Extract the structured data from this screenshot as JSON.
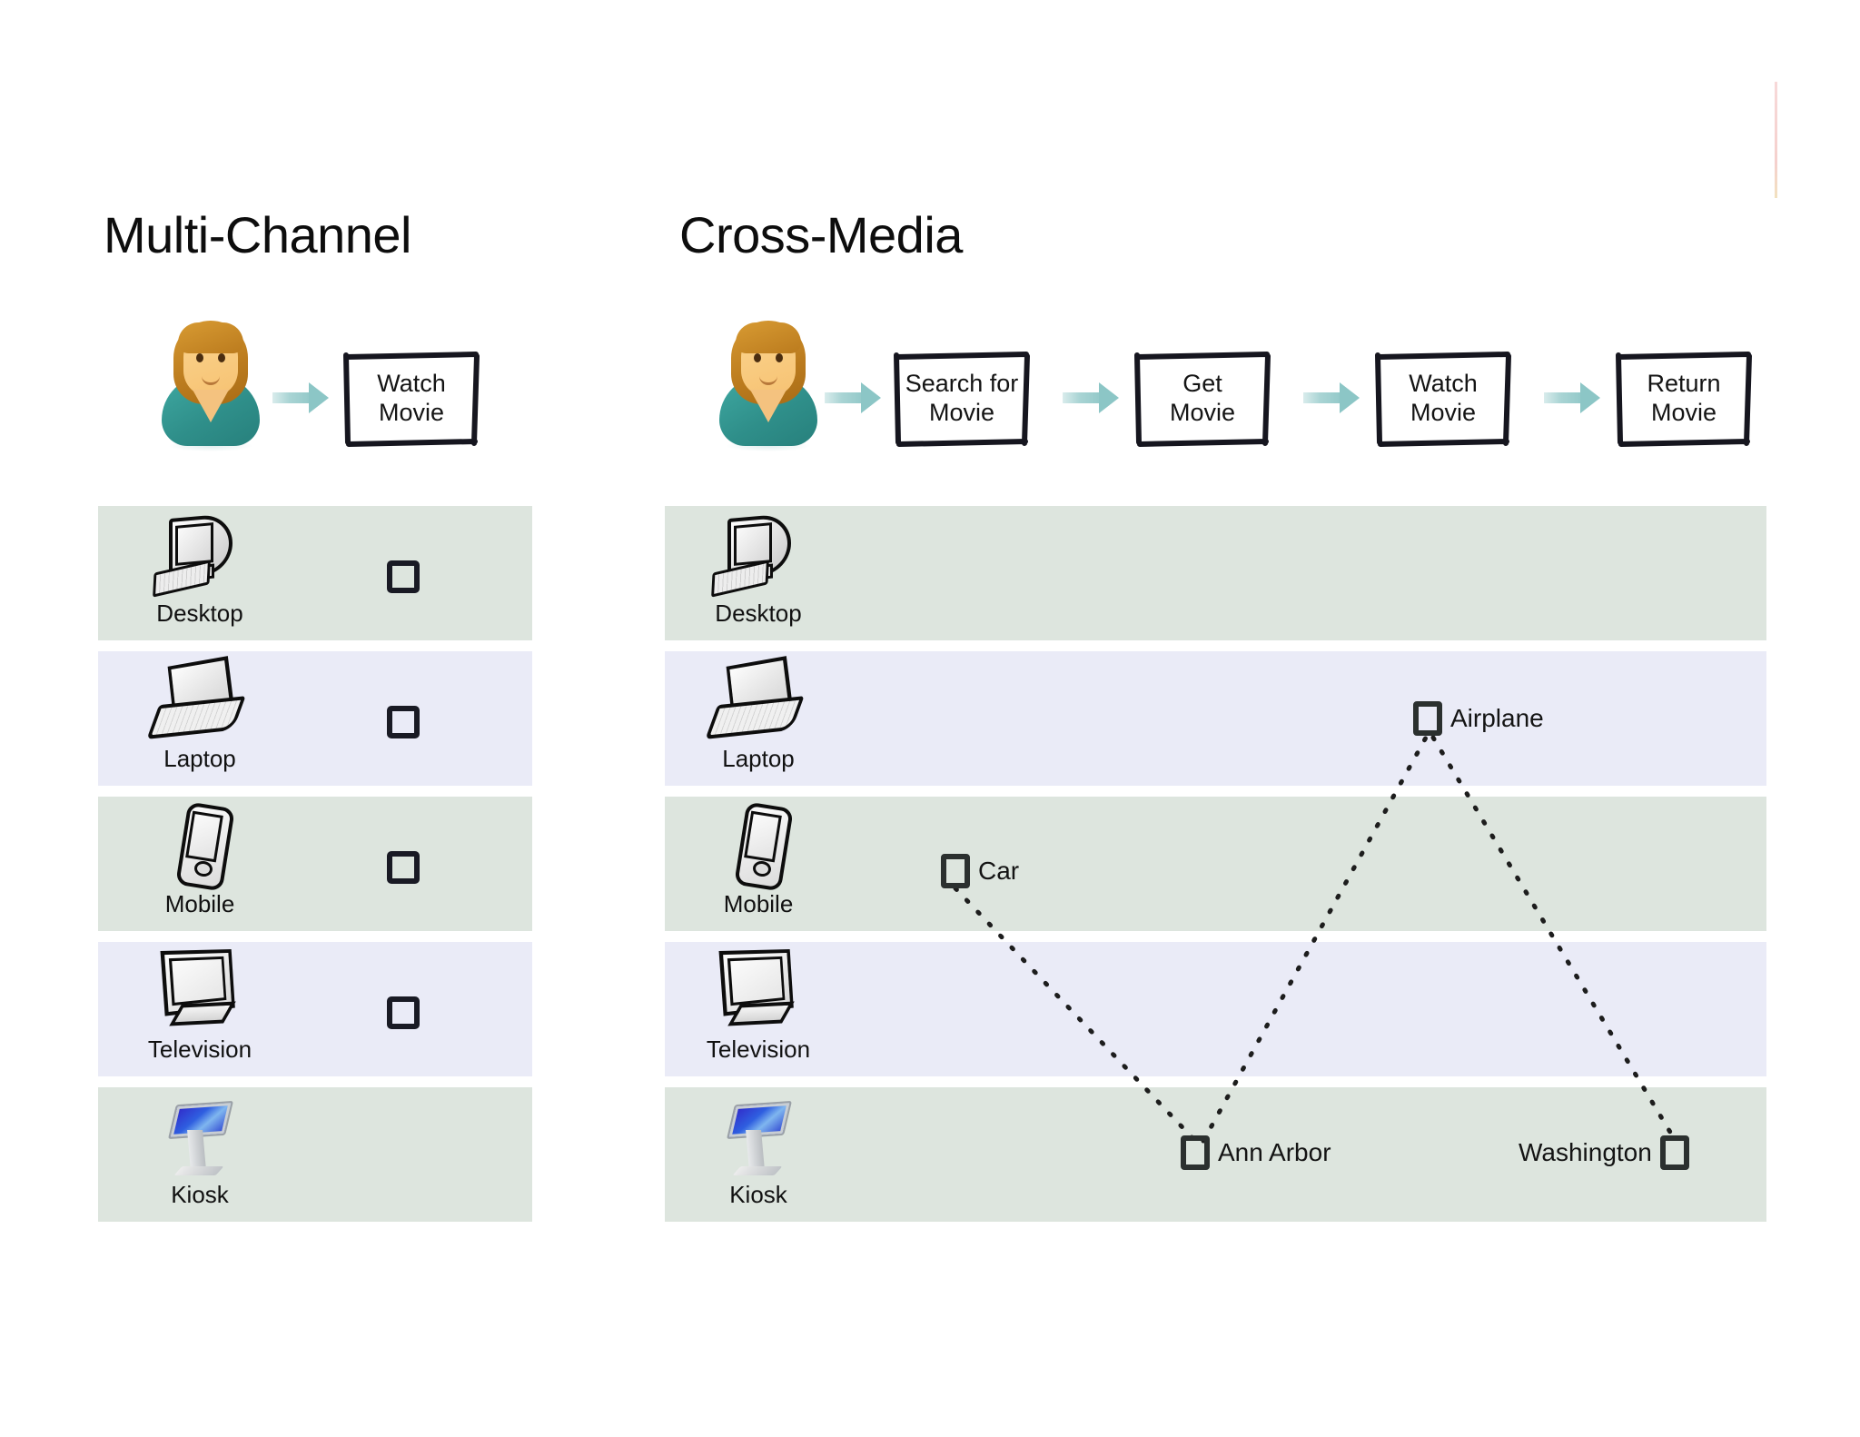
{
  "panels": {
    "left": {
      "title": "Multi-Channel",
      "flow": {
        "actor": "person-avatar",
        "steps": [
          {
            "label": "Watch\nMovie"
          }
        ]
      },
      "rows": [
        {
          "device": "Desktop",
          "icon": "desktop-icon",
          "band": "green",
          "checkbox": true
        },
        {
          "device": "Laptop",
          "icon": "laptop-icon",
          "band": "lav",
          "checkbox": true
        },
        {
          "device": "Mobile",
          "icon": "mobile-icon",
          "band": "green",
          "checkbox": true
        },
        {
          "device": "Television",
          "icon": "television-icon",
          "band": "lav",
          "checkbox": true
        },
        {
          "device": "Kiosk",
          "icon": "kiosk-icon",
          "band": "green",
          "checkbox": false
        }
      ]
    },
    "right": {
      "title": "Cross-Media",
      "flow": {
        "actor": "person-avatar",
        "steps": [
          {
            "label": "Search for\nMovie"
          },
          {
            "label": "Get\nMovie"
          },
          {
            "label": "Watch\nMovie"
          },
          {
            "label": "Return\nMovie"
          }
        ]
      },
      "rows": [
        {
          "device": "Desktop",
          "icon": "desktop-icon",
          "band": "green"
        },
        {
          "device": "Laptop",
          "icon": "laptop-icon",
          "band": "lav"
        },
        {
          "device": "Mobile",
          "icon": "mobile-icon",
          "band": "green"
        },
        {
          "device": "Television",
          "icon": "television-icon",
          "band": "lav"
        },
        {
          "device": "Kiosk",
          "icon": "kiosk-icon",
          "band": "green"
        }
      ],
      "nodes": [
        {
          "id": "airplane",
          "label": "Airplane",
          "row": "Laptop",
          "label_side": "right"
        },
        {
          "id": "car",
          "label": "Car",
          "row": "Mobile",
          "label_side": "right"
        },
        {
          "id": "ann-arbor",
          "label": "Ann Arbor",
          "row": "Kiosk",
          "label_side": "right"
        },
        {
          "id": "washington",
          "label": "Washington",
          "row": "Kiosk",
          "label_side": "left"
        }
      ],
      "connections": [
        {
          "from": "car",
          "to": "ann-arbor",
          "style": "dotted"
        },
        {
          "from": "ann-arbor",
          "to": "airplane",
          "style": "dotted"
        },
        {
          "from": "airplane",
          "to": "washington",
          "style": "dotted"
        }
      ]
    }
  },
  "colors": {
    "band_green": "#dde5de",
    "band_lavender": "#eaebf7",
    "arrow_teal": "#8cc6c6",
    "node_outline": "#2b302f",
    "sketch_stroke": "#16161f",
    "marker_pink": "#f3c8c4"
  }
}
